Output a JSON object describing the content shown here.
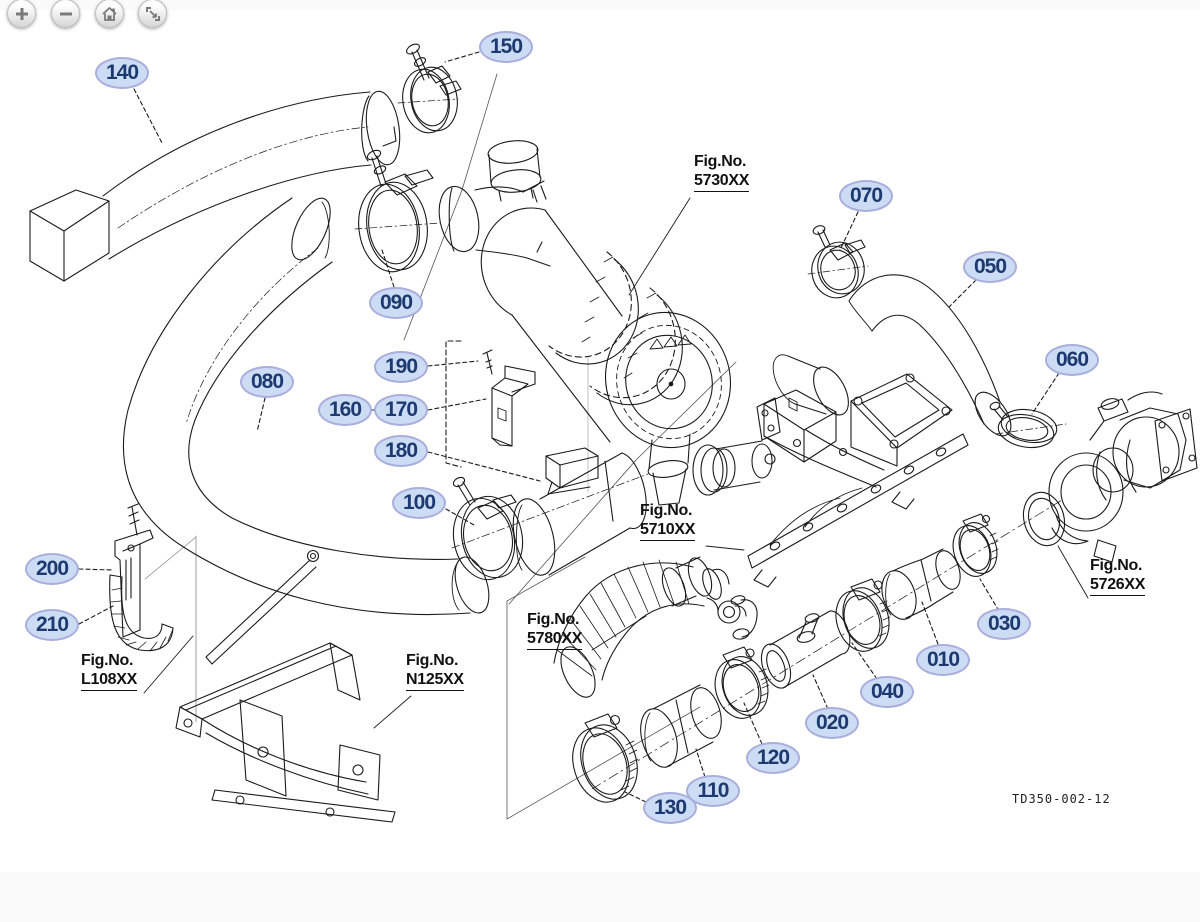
{
  "toolbar": {
    "buttons": [
      {
        "name": "zoom-in"
      },
      {
        "name": "zoom-out"
      },
      {
        "name": "go-home"
      },
      {
        "name": "full-page"
      }
    ]
  },
  "diagram": {
    "callouts": [
      {
        "ref": "140"
      },
      {
        "ref": "150"
      },
      {
        "ref": "090"
      },
      {
        "ref": "070"
      },
      {
        "ref": "050"
      },
      {
        "ref": "060"
      },
      {
        "ref": "080"
      },
      {
        "ref": "190"
      },
      {
        "ref": "160"
      },
      {
        "ref": "170"
      },
      {
        "ref": "180"
      },
      {
        "ref": "100"
      },
      {
        "ref": "200"
      },
      {
        "ref": "210"
      },
      {
        "ref": "030"
      },
      {
        "ref": "010"
      },
      {
        "ref": "040"
      },
      {
        "ref": "020"
      },
      {
        "ref": "120"
      },
      {
        "ref": "110"
      },
      {
        "ref": "130"
      }
    ],
    "fig_labels": [
      {
        "prefix": "Fig.No.",
        "code": "5730XX"
      },
      {
        "prefix": "Fig.No.",
        "code": "5710XX"
      },
      {
        "prefix": "Fig.No.",
        "code": "5726XX"
      },
      {
        "prefix": "Fig.No.",
        "code": "5780XX"
      },
      {
        "prefix": "Fig.No.",
        "code": "L108XX"
      },
      {
        "prefix": "Fig.No.",
        "code": "N125XX"
      }
    ],
    "drawing_code": "TD350-002-12",
    "colors": {
      "callout_fill": "#cbdcf4",
      "callout_border": "#a9aedd",
      "callout_text": "#1d3a70"
    }
  }
}
